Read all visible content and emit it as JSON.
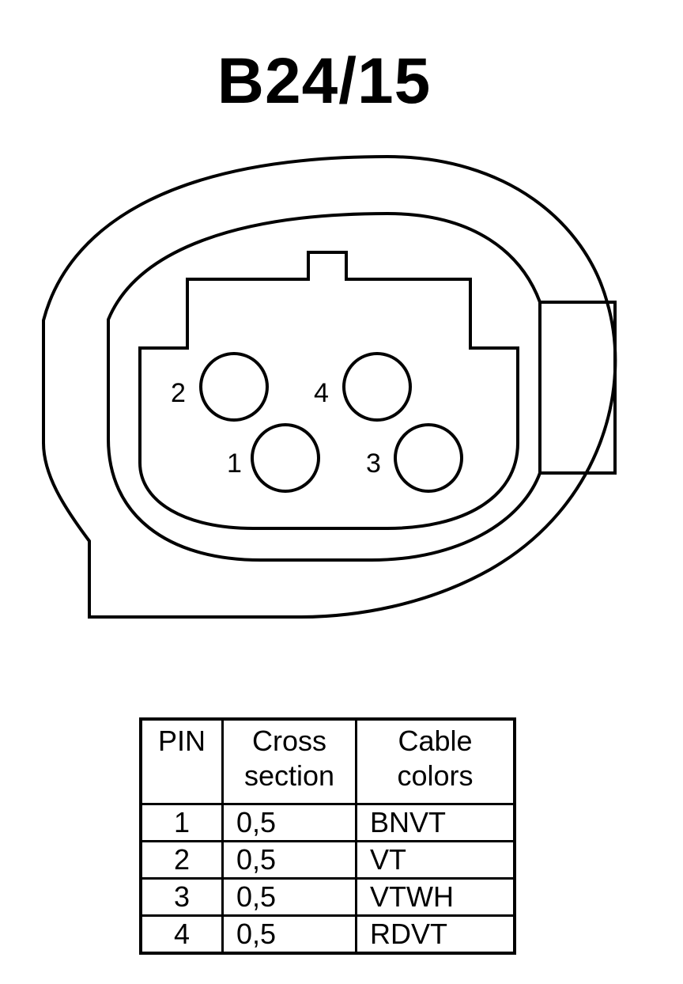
{
  "title": "B24/15",
  "pin_labels": {
    "p1": "1",
    "p2": "2",
    "p3": "3",
    "p4": "4"
  },
  "table": {
    "headers": {
      "pin": "PIN",
      "cross_line1": "Cross",
      "cross_line2": "section",
      "color_line1": "Cable",
      "color_line2": "colors"
    },
    "rows": [
      {
        "pin": "1",
        "cross": "0,5",
        "color": "BNVT"
      },
      {
        "pin": "2",
        "cross": "0,5",
        "color": "VT"
      },
      {
        "pin": "3",
        "cross": "0,5",
        "color": "VTWH"
      },
      {
        "pin": "4",
        "cross": "0,5",
        "color": "RDVT"
      }
    ]
  }
}
